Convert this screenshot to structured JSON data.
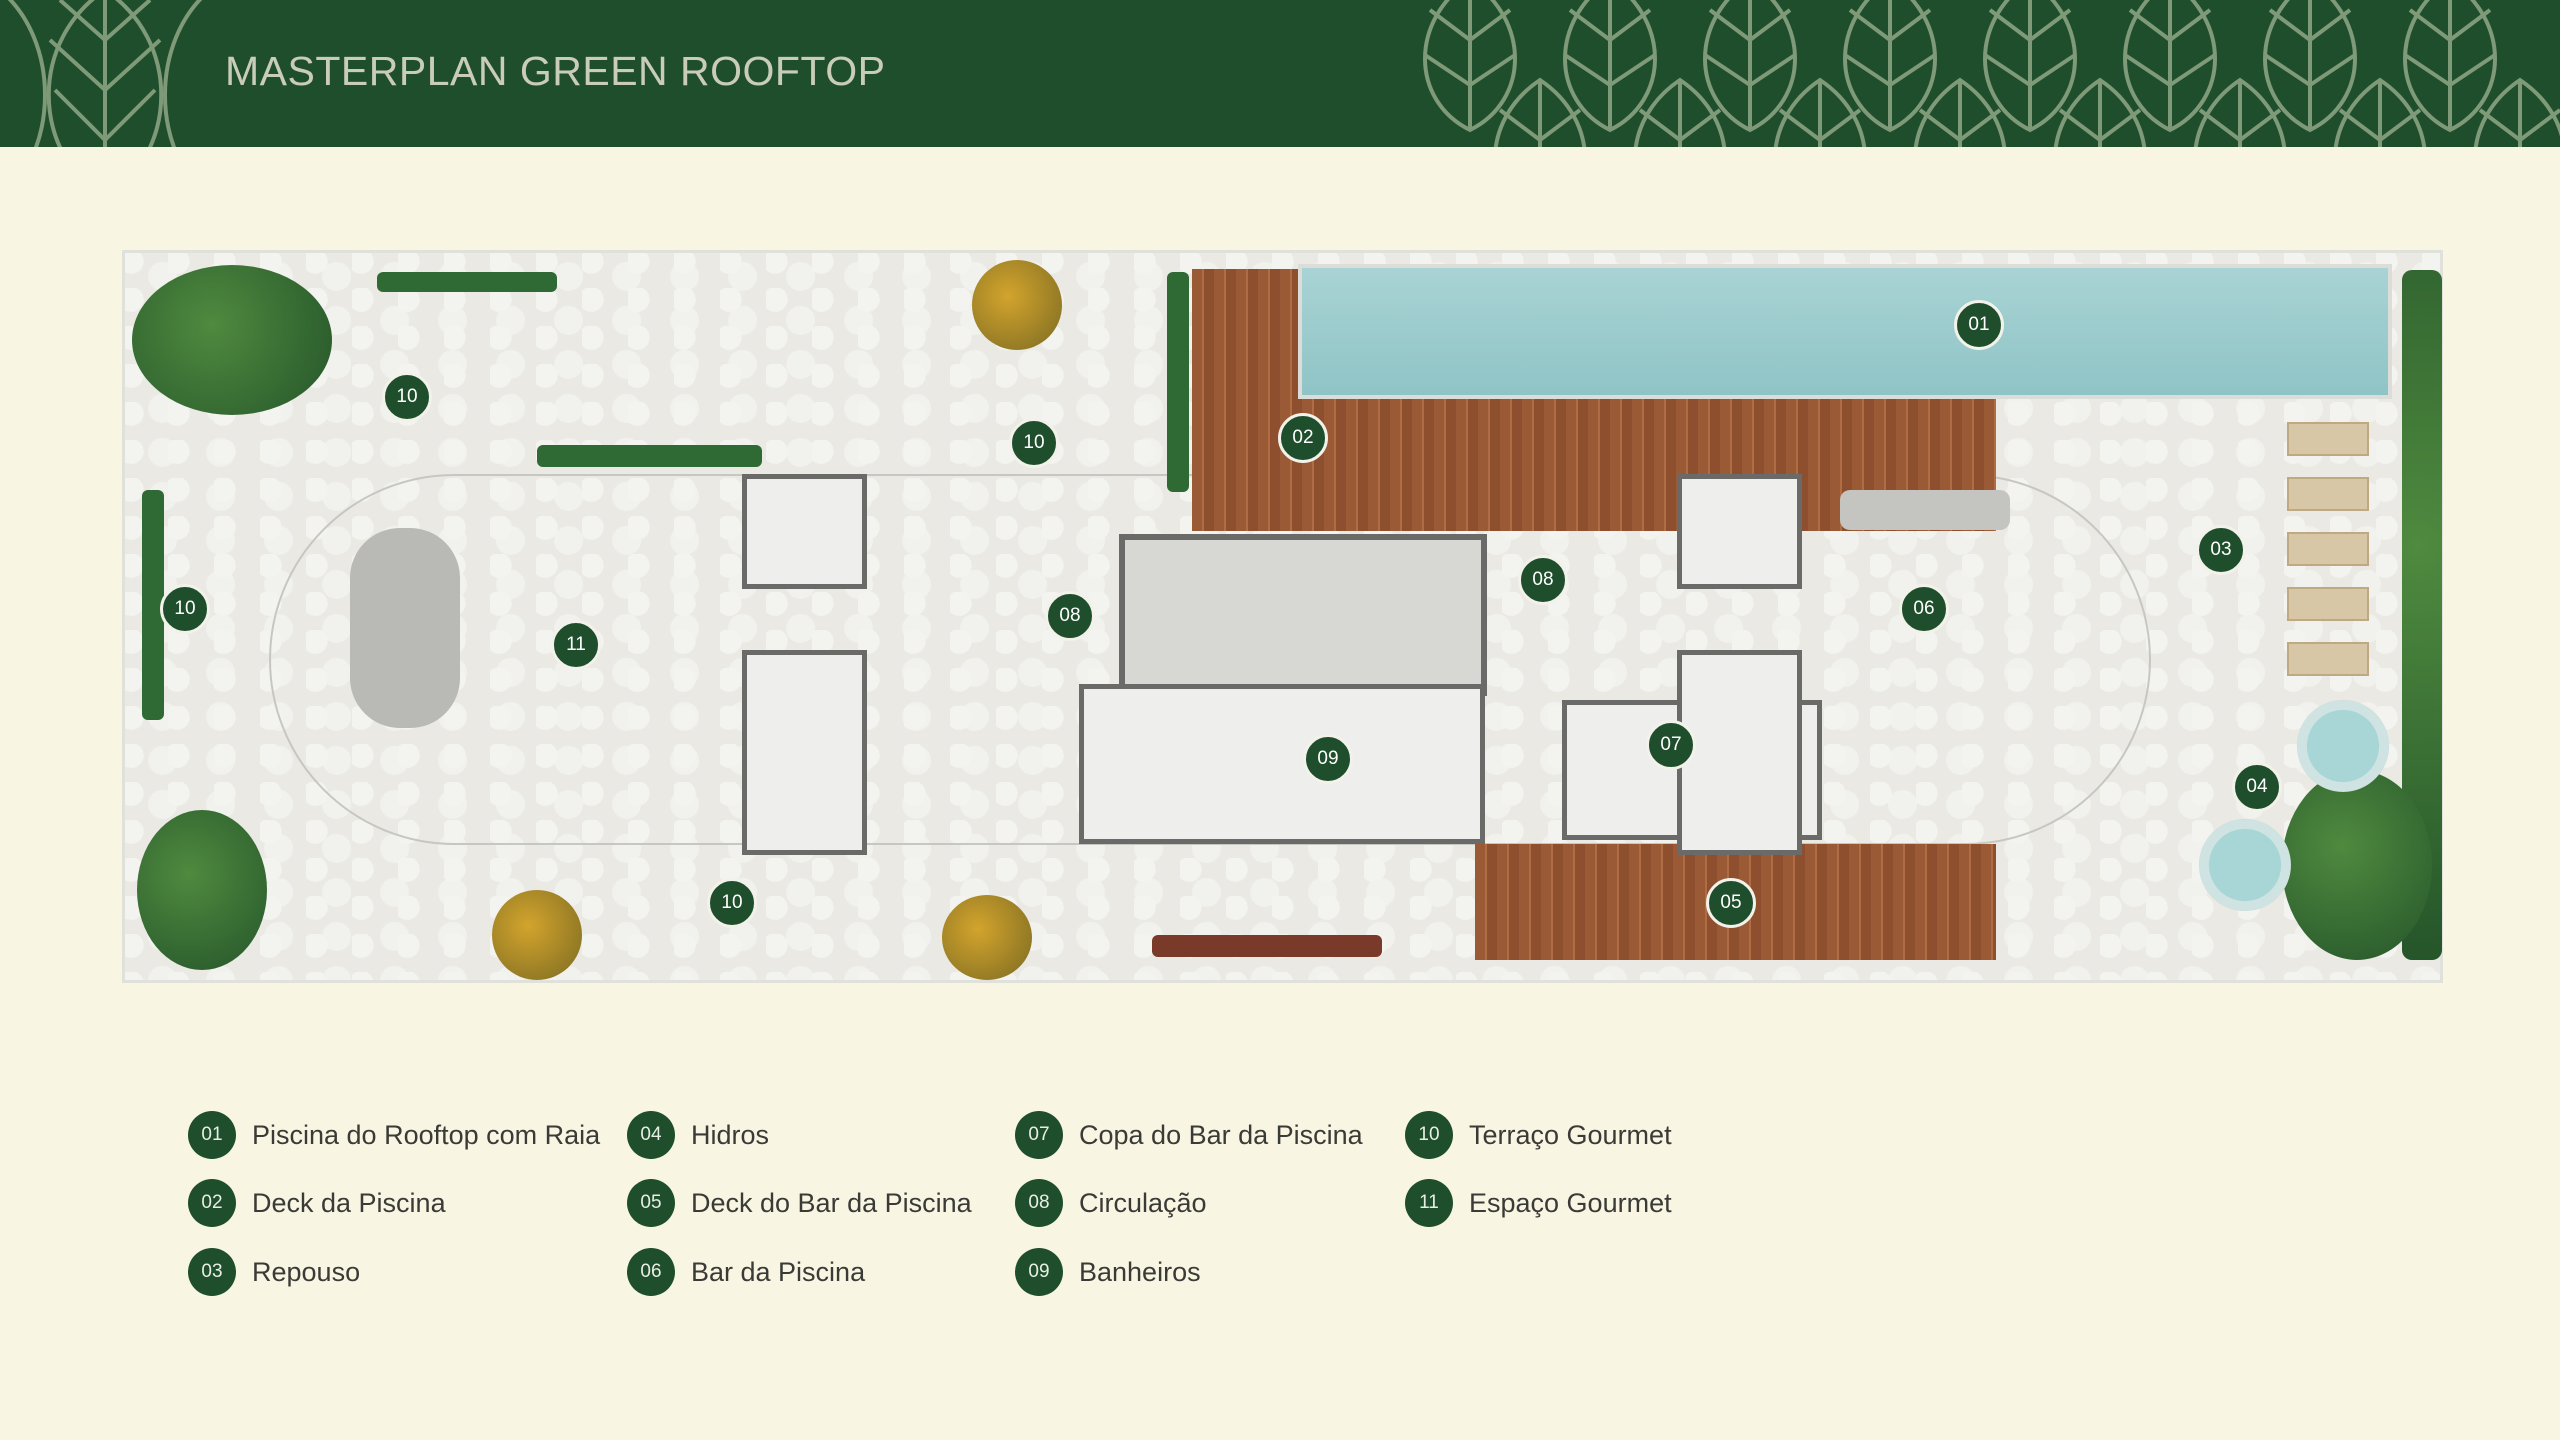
{
  "header": {
    "title": "MASTERPLAN GREEN ROOFTOP"
  },
  "colors": {
    "brand_green": "#1f4e2c",
    "background": "#f8f5e3",
    "pattern": "#7f9a78"
  },
  "plan_markers": [
    {
      "num": "01"
    },
    {
      "num": "02"
    },
    {
      "num": "03"
    },
    {
      "num": "04"
    },
    {
      "num": "05"
    },
    {
      "num": "06"
    },
    {
      "num": "07"
    },
    {
      "num": "08"
    },
    {
      "num": "08"
    },
    {
      "num": "09"
    },
    {
      "num": "10"
    },
    {
      "num": "10"
    },
    {
      "num": "10"
    },
    {
      "num": "10"
    },
    {
      "num": "11"
    }
  ],
  "legend": [
    {
      "num": "01",
      "label": "Piscina do Rooftop com Raia"
    },
    {
      "num": "02",
      "label": "Deck da Piscina"
    },
    {
      "num": "03",
      "label": "Repouso"
    },
    {
      "num": "04",
      "label": "Hidros"
    },
    {
      "num": "05",
      "label": "Deck do Bar da Piscina"
    },
    {
      "num": "06",
      "label": "Bar da Piscina"
    },
    {
      "num": "07",
      "label": "Copa do Bar da Piscina"
    },
    {
      "num": "08",
      "label": "Circulação"
    },
    {
      "num": "09",
      "label": "Banheiros"
    },
    {
      "num": "10",
      "label": "Terraço Gourmet"
    },
    {
      "num": "11",
      "label": "Espaço Gourmet"
    }
  ]
}
